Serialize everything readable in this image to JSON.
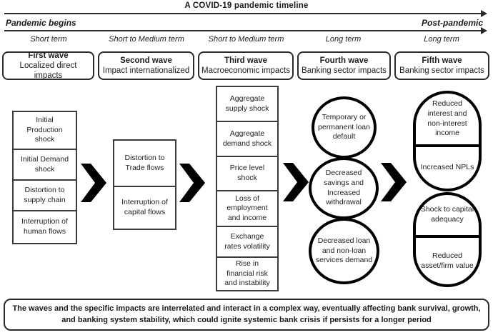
{
  "title": "A COVID-19 pandemic timeline",
  "timeline": {
    "start_label": "Pandemic begins",
    "end_label": "Post-pandemic"
  },
  "terms": [
    "Short term",
    "Short to Medium term",
    "Short to Medium term",
    "Long term",
    "Long term"
  ],
  "waves": [
    {
      "name": "First wave",
      "desc": "Localized direct impacts"
    },
    {
      "name": "Second wave",
      "desc": "Impact internationalized"
    },
    {
      "name": "Third wave",
      "desc": "Macroeconomic impacts"
    },
    {
      "name": "Fourth wave",
      "desc": "Banking sector impacts"
    },
    {
      "name": "Fifth wave",
      "desc": "Banking sector impacts"
    }
  ],
  "flow": {
    "wave1_impacts": [
      "Initial Production shock",
      "Initial Demand shock",
      "Distortion to supply chain",
      "Interruption of human flows"
    ],
    "wave2_impacts": [
      "Distortion to Trade flows",
      "Interruption of capital flows"
    ],
    "wave3_impacts": [
      "Aggregate supply shock",
      "Aggregate demand shock",
      "Price level shock",
      "Loss of employment and income",
      "Exchange rates volatility",
      "Rise in financial risk and instability"
    ],
    "wave4_impacts": [
      "Temporary or permanent loan default",
      "Decreased savings and Increased withdrawal",
      "Decreased loan and non-loan services demand"
    ],
    "wave5_impacts": [
      "Reduced interest and non-interest income",
      "Increased NPLs",
      "Shock to capital adequacy",
      "Reduced asset/firm value"
    ]
  },
  "footer": "The waves and the specific impacts are interrelated and interact in a complex way, eventually affecting bank survival, growth, and banking system stability, which could ignite systemic bank crisis if persists for a longer period",
  "icons": {
    "flow_arrow": "bold right chevron",
    "timeline_arrow": "right arrowhead"
  },
  "colors": {
    "background": "#ffffff",
    "text": "#1f1f1f",
    "box_border": "#3a3a3a",
    "header_border": "#2b2b2b",
    "shape_border": "#000000"
  }
}
